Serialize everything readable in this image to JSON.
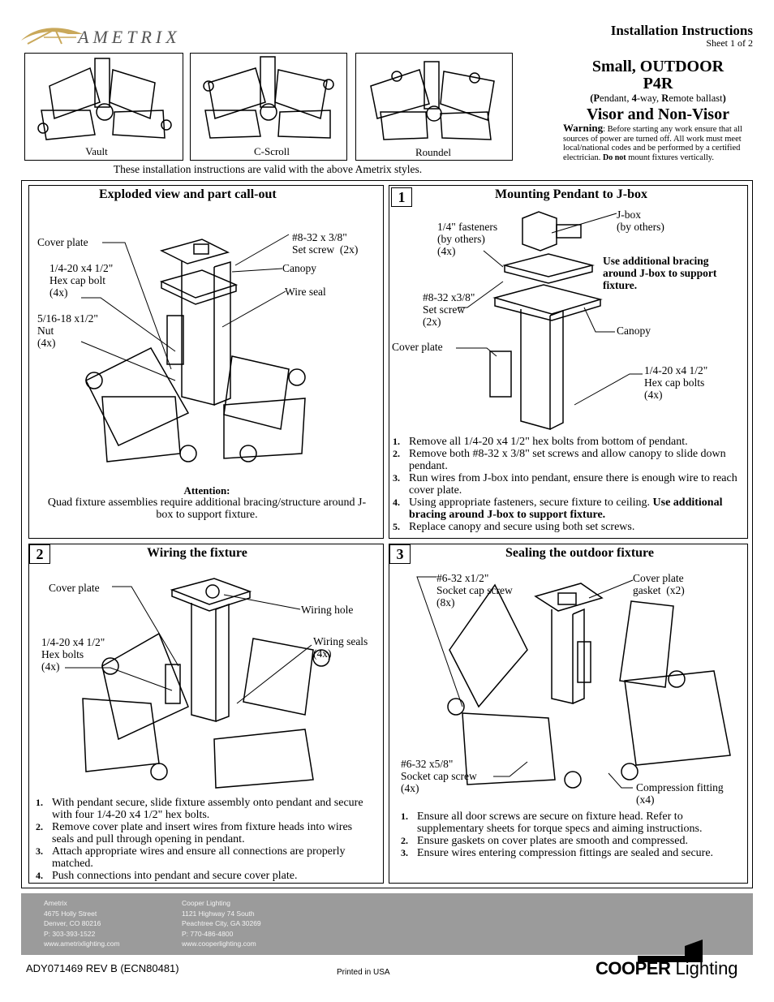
{
  "header": {
    "brand": "AMETRIX",
    "doc_type": "Installation Instructions",
    "sheet": "Sheet 1 of 2",
    "title_line1": "Small, OUTDOOR",
    "title_line2": "P4R",
    "subtitle_p": "P",
    "subtitle_endant": "endant, ",
    "subtitle_4": "4",
    "subtitle_way": "-way, ",
    "subtitle_r": "R",
    "subtitle_emote": "emote ballast",
    "subtitle_open": "(",
    "subtitle_close": ")",
    "title_line3": "Visor and Non-Visor",
    "warning_label": "Warning",
    "warning_text": ":  Before starting any work ensure that all sources of power are turned off.  All work must meet local/national codes and be performed by a certified electrician.",
    "warning_bold": "Do not",
    "warning_tail": "mount fixtures vertically."
  },
  "styles": [
    {
      "name": "Vault"
    },
    {
      "name": "C-Scroll"
    },
    {
      "name": "Roundel"
    }
  ],
  "styles_note": "These installation instructions are valid with the above Ametrix styles.",
  "panel_exploded": {
    "title": "Exploded view and part call-out",
    "labels": {
      "cover_plate": "Cover plate",
      "hex_bolt": "1/4-20 x4 1/2\"\nHex cap bolt\n(4x)",
      "nut": "5/16-18 x1/2\"\nNut\n(4x)",
      "set_screw": "#8-32 x 3/8\"\nSet screw  (2x)",
      "canopy": "Canopy",
      "wire_seal": "Wire seal"
    },
    "attention_title": "Attention:",
    "attention_text": "Quad fixture assemblies require additional bracing/structure around J-box to support fixture."
  },
  "panel_1": {
    "number": "1",
    "title": "Mounting Pendant to J-box",
    "labels": {
      "fasteners": "1/4\" fasteners\n(by others)\n(4x)",
      "jbox": "J-box\n(by others)",
      "bracing": "Use additional bracing\naround J-box to support\nfixture.",
      "set_screw": "#8-32 x3/8\"\nSet screw\n(2x)",
      "canopy": "Canopy",
      "cover_plate": "Cover plate",
      "hex_bolts": "1/4-20 x4 1/2\"\nHex cap bolts\n(4x)"
    },
    "steps": [
      {
        "n": "1.",
        "text": "Remove all 1/4-20 x4 1/2\" hex bolts from bottom of pendant.",
        "bold": ""
      },
      {
        "n": "2.",
        "text": "Remove both #8-32 x 3/8\" set screws and allow canopy to slide down pendant.",
        "bold": ""
      },
      {
        "n": "3.",
        "text": "Run wires from J-box into pendant, ensure there is enough wire to reach cover plate.",
        "bold": ""
      },
      {
        "n": "4.",
        "text": "Using appropriate fasteners, secure fixture to ceiling.  ",
        "bold": "Use additional bracing around J-box to support fixture."
      },
      {
        "n": "5.",
        "text": "Replace canopy and secure using both set screws.",
        "bold": ""
      }
    ]
  },
  "panel_2": {
    "number": "2",
    "title": "Wiring the fixture",
    "labels": {
      "cover_plate": "Cover plate",
      "hex_bolts": "1/4-20 x4 1/2\"\nHex bolts\n(4x)",
      "wiring_hole": "Wiring hole",
      "wiring_seals": "Wiring seals\n(4x)"
    },
    "steps": [
      {
        "n": "1.",
        "text": "With pendant secure, slide fixture assembly onto pendant and secure with four 1/4-20 x4 1/2\" hex bolts."
      },
      {
        "n": "2.",
        "text": "Remove cover plate and insert wires from fixture heads into wires seals and pull through opening in pendant."
      },
      {
        "n": "3.",
        "text": "Attach appropriate wires and ensure all connections are properly matched."
      },
      {
        "n": "4.",
        "text": "Push connections into pendant and secure cover plate."
      }
    ]
  },
  "panel_3": {
    "number": "3",
    "title": "Sealing the outdoor fixture",
    "labels": {
      "socket_cap_1": "#6-32 x1/2\"\nSocket cap screw\n(8x)",
      "gasket": "Cover plate\ngasket  (x2)",
      "socket_cap_2": "#6-32 x5/8\"\nSocket cap screw\n(4x)",
      "compression": "Compression fitting\n(x4)"
    },
    "steps": [
      {
        "n": "1.",
        "text": "Ensure all door screws are secure on fixture head.  Refer to supplementary sheets for torque specs and aiming instructions."
      },
      {
        "n": "2.",
        "text": "Ensure gaskets on cover plates are smooth and compressed."
      },
      {
        "n": "3.",
        "text": "Ensure wires entering compression fittings are sealed and secure."
      }
    ]
  },
  "footer": {
    "ametrix": [
      "Ametrix",
      "4675 Holly Street",
      "Denver, CO 80216",
      "P: 303-393-1522",
      "www.ametrixlighting.com"
    ],
    "cooper": [
      "Cooper Lighting",
      "1121 Highway 74 South",
      "Peachtree City, GA 30269",
      "P: 770-486-4800",
      "www.cooperlighting.com"
    ],
    "doc_id": "ADY071469  REV B (ECN80481)",
    "printed": "Printed in USA",
    "logo_cooper": "COOPER",
    "logo_lighting": " Lighting"
  }
}
